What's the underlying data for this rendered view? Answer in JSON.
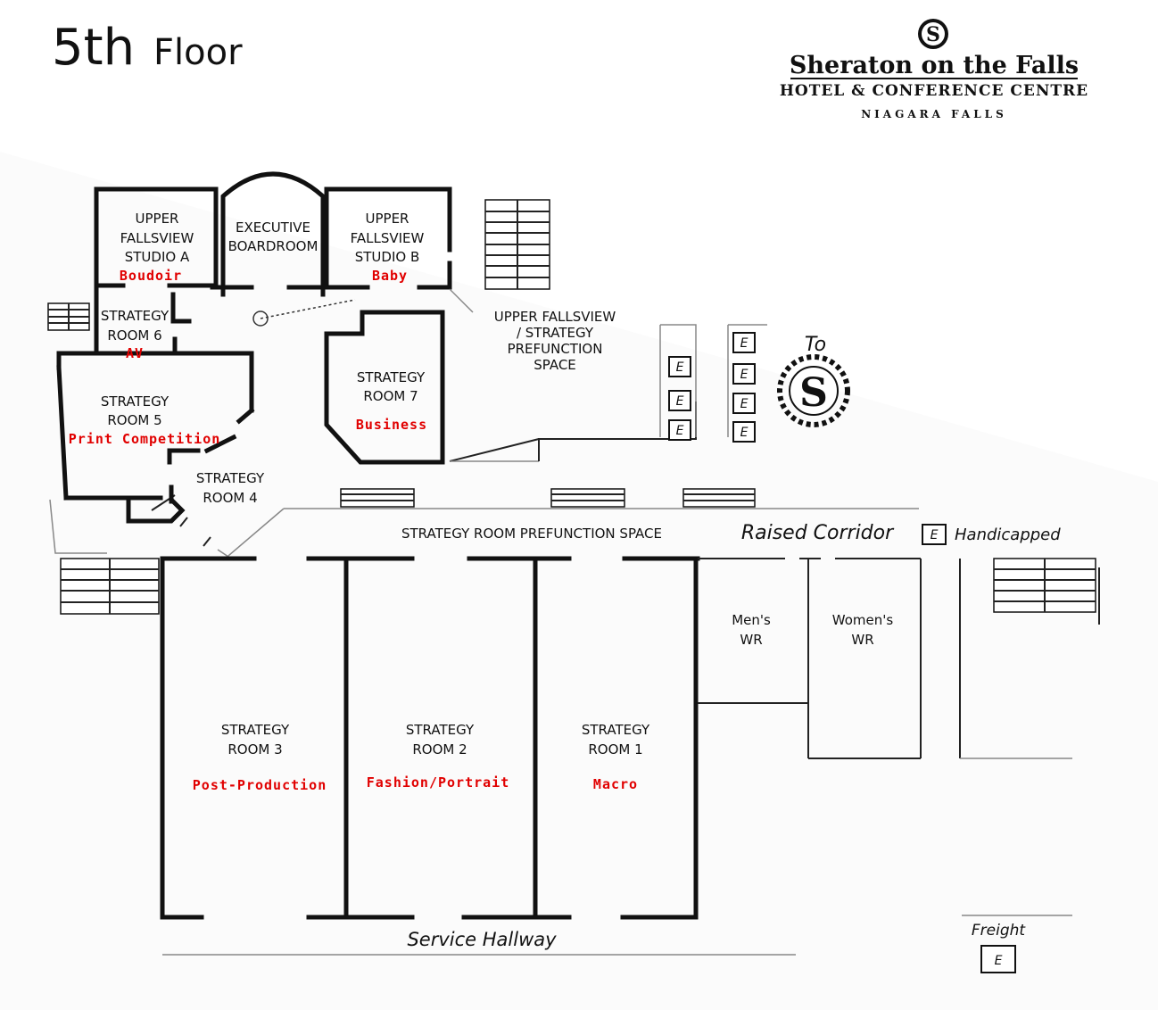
{
  "floor_title": {
    "number": "5th",
    "word": "Floor"
  },
  "brand": {
    "name": "Sheraton on the Falls",
    "subtitle": "HOTEL & CONFERENCE CENTRE",
    "location": "NIAGARA FALLS",
    "logo_letter": "S",
    "logo_icon": "sheraton-s-wreath-icon"
  },
  "rooms": {
    "studio_a": {
      "lines": [
        "UPPER",
        "FALLSVIEW",
        "STUDIO A"
      ],
      "use": "Boudoir"
    },
    "boardroom": {
      "lines": [
        "EXECUTIVE",
        "BOARDROOM"
      ]
    },
    "studio_b": {
      "lines": [
        "UPPER",
        "FALLSVIEW",
        "STUDIO B"
      ],
      "use": "Baby"
    },
    "room6": {
      "lines": [
        "STRATEGY",
        "ROOM 6"
      ],
      "use": "AV"
    },
    "room5": {
      "lines": [
        "STRATEGY",
        "ROOM 5"
      ],
      "use": "Print Competition"
    },
    "room7": {
      "lines": [
        "STRATEGY",
        "ROOM 7"
      ],
      "use": "Business"
    },
    "room4": {
      "lines": [
        "STRATEGY",
        "ROOM 4"
      ]
    },
    "room3": {
      "lines": [
        "STRATEGY",
        "ROOM 3"
      ],
      "use": "Post-Production"
    },
    "room2": {
      "lines": [
        "STRATEGY",
        "ROOM 2"
      ],
      "use": "Fashion/Portrait"
    },
    "room1": {
      "lines": [
        "STRATEGY",
        "ROOM 1"
      ],
      "use": "Macro"
    },
    "mens": {
      "lines": [
        "Men's",
        "WR"
      ]
    },
    "womens": {
      "lines": [
        "Women's",
        "WR"
      ]
    },
    "upper_prefunction": {
      "lines": [
        "UPPER FALLSVIEW",
        "/ STRATEGY",
        "PREFUNCTION",
        "SPACE"
      ]
    }
  },
  "labels": {
    "prefunction": "STRATEGY ROOM PREFUNCTION SPACE",
    "raised_corridor": "Raised Corridor",
    "handicapped": "Handicapped",
    "service_hallway": "Service Hallway",
    "freight": "Freight",
    "to": "To",
    "elevator_letter": "E"
  }
}
